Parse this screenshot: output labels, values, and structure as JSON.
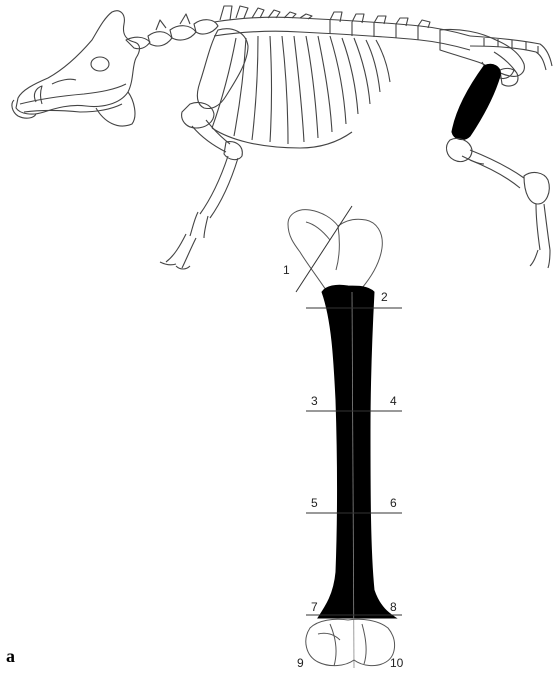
{
  "figure": {
    "panel_label": "a",
    "section_labels": [
      {
        "id": "1",
        "text": "1"
      },
      {
        "id": "2",
        "text": "2"
      },
      {
        "id": "3",
        "text": "3"
      },
      {
        "id": "4",
        "text": "4"
      },
      {
        "id": "5",
        "text": "5"
      },
      {
        "id": "6",
        "text": "6"
      },
      {
        "id": "7",
        "text": "7"
      },
      {
        "id": "8",
        "text": "8"
      },
      {
        "id": "9",
        "text": "9"
      },
      {
        "id": "10",
        "text": "10"
      }
    ],
    "colors": {
      "bone_fill": "#000000",
      "outline": "#444444"
    }
  }
}
